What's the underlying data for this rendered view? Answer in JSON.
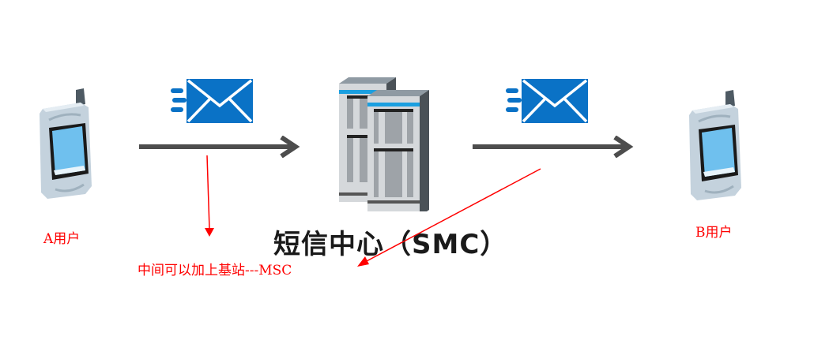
{
  "diagram": {
    "title": "短信中心（SMC）",
    "sender": {
      "label": "A用户",
      "icon": "mobile-phone-icon"
    },
    "receiver": {
      "label": "B用户",
      "icon": "mobile-phone-icon"
    },
    "center": {
      "label": "短信中心（SMC）",
      "icon": "server-rack-icon"
    },
    "messages": [
      {
        "icon": "envelope-send-icon",
        "from": "A用户",
        "to": "短信中心（SMC）"
      },
      {
        "icon": "envelope-send-icon",
        "from": "短信中心（SMC）",
        "to": "B用户"
      }
    ],
    "annotation": {
      "text": "中间可以加上基站---MSC",
      "color": "#ff0000"
    },
    "colors": {
      "envelope": "#0a72c6",
      "flow_arrow": "#4d4d4d",
      "annotation": "#ff0000",
      "phone_screen": "#6fc0ee",
      "server_accent": "#1a9fe0"
    }
  }
}
